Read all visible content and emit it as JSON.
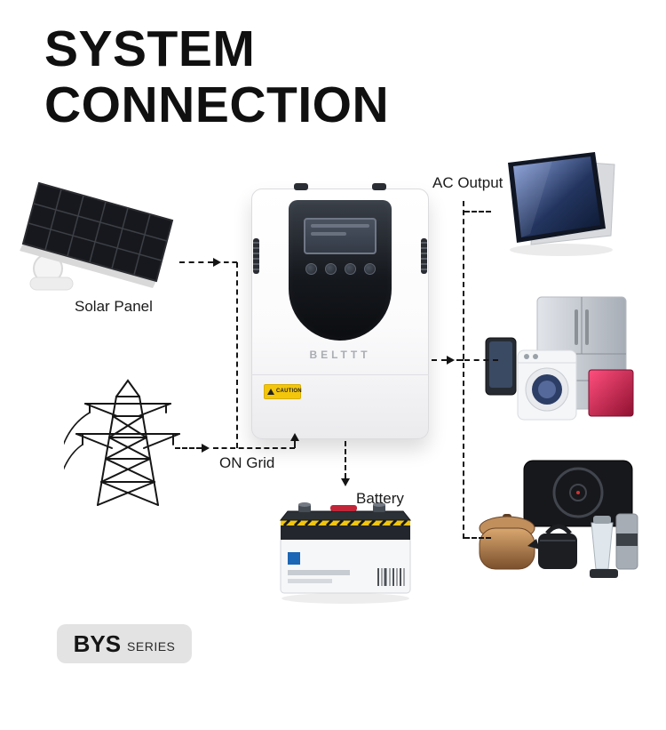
{
  "title": {
    "line1": "SYSTEM",
    "line2": "CONNECTION"
  },
  "nodes": {
    "solar_panel_label": "Solar Panel",
    "on_grid_label": "ON Grid",
    "ac_output_label": "AC Output",
    "battery_label": "Battery"
  },
  "inverter": {
    "brand": "BELTTT",
    "caution_label": "CAUTION"
  },
  "badge": {
    "name": "BYS",
    "suffix": "SERIES"
  },
  "colors": {
    "arrow": "#141414",
    "title_text": "#101010",
    "badge_bg": "#e3e3e3",
    "caution_yellow": "#f3c60c",
    "inverter_panel_dark": "#15181d"
  }
}
